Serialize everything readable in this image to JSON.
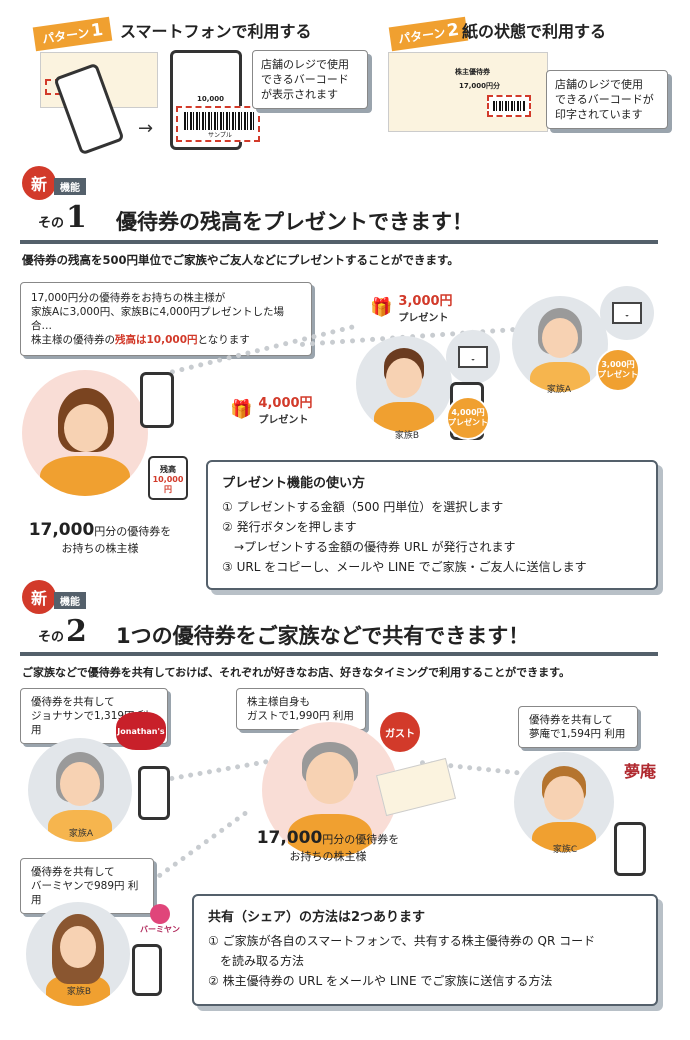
{
  "patterns": [
    {
      "badge_prefix": "パターン",
      "badge_num": "1",
      "title": "スマートフォンで利用する",
      "callout": [
        "店舗のレジで使用",
        "できるバーコード",
        "が表示されます"
      ],
      "phone_amount": "10,000",
      "phone_sample": "サンプル"
    },
    {
      "badge_prefix": "パターン",
      "badge_num": "2",
      "title": "紙の状態で利用する",
      "callout": [
        "店舗のレジで使用",
        "できるバーコードが",
        "印字されています"
      ],
      "ticket_title": "株主優待券",
      "ticket_amount": "17,000円分"
    }
  ],
  "section1": {
    "new_badge": "新",
    "kino": "機能",
    "sono": "その",
    "num": "1",
    "title": "優待券の残高をプレゼントできます！",
    "lead": "優待券の残高を500円単位でご家族やご友人などにプレゼントすることができます。",
    "speech": {
      "line1": "17,000円分の優待券をお持ちの株主様が",
      "line2": "家族Aに3,000円、家族Bに4,000円プレゼントした場合…",
      "line3_pre": "株主様の優待券の",
      "line3_red": "残高は10,000円",
      "line3_post": "となります"
    },
    "gift_a": {
      "amount": "3,000円",
      "sub": "プレゼント"
    },
    "gift_b": {
      "amount": "4,000円",
      "sub": "プレゼント"
    },
    "bubble_a": {
      "amount": "3,000円",
      "sub": "プレゼント"
    },
    "bubble_b": {
      "amount": "4,000円",
      "sub": "プレゼント"
    },
    "family_a": "家族A",
    "family_b": "家族B",
    "remaining": {
      "label": "残高",
      "amount": "10,000円"
    },
    "holder": {
      "line1_num": "17,000",
      "line1_rest": "円分の優待券を",
      "line2": "お持ちの株主様"
    },
    "howto": {
      "heading": "プレゼント機能の使い方",
      "items": [
        "① プレゼントする金額（500 円単位）を選択します",
        "② 発行ボタンを押します",
        "　→プレゼントする金額の優待券 URL が発行されます",
        "③ URL をコピーし、メールや LINE でご家族・ご友人に送信します"
      ]
    }
  },
  "section2": {
    "new_badge": "新",
    "kino": "機能",
    "sono": "その",
    "num": "2",
    "title": "1つの優待券をご家族などで共有できます！",
    "lead": "ご家族などで優待券を共有しておけば、それぞれが好きなお店、好きなタイミングで利用することができます。",
    "speech_a": {
      "line1": "優待券を共有して",
      "line2": "ジョナサンで1,319円 利用"
    },
    "speech_holder": {
      "line1": "株主様自身も",
      "line2": "ガストで1,990円 利用"
    },
    "speech_c": {
      "line1": "優待券を共有して",
      "line2": "夢庵で1,594円 利用"
    },
    "speech_b": {
      "line1": "優待券を共有して",
      "line2": "バーミヤンで989円 利用"
    },
    "family_a": "家族A",
    "family_b": "家族B",
    "family_c": "家族C",
    "logos": {
      "jonathan": "Jonathan's",
      "gusto": "ガスト",
      "yumean": "夢庵",
      "bamiyan": "バーミヤン"
    },
    "holder": {
      "line1_num": "17,000",
      "line1_rest": "円分の優待券を",
      "line2": "お持ちの株主様"
    },
    "howto": {
      "heading": "共有（シェア）の方法は2つあります",
      "items": [
        "① ご家族が各自のスマートフォンで、共有する株主優待券の QR コード",
        "　を読み取る方法",
        "② 株主優待券の URL をメールや LINE でご家族に送信する方法"
      ]
    }
  },
  "colors": {
    "accent": "#f0a030",
    "red": "#d23a2a",
    "slate": "#54606b"
  }
}
